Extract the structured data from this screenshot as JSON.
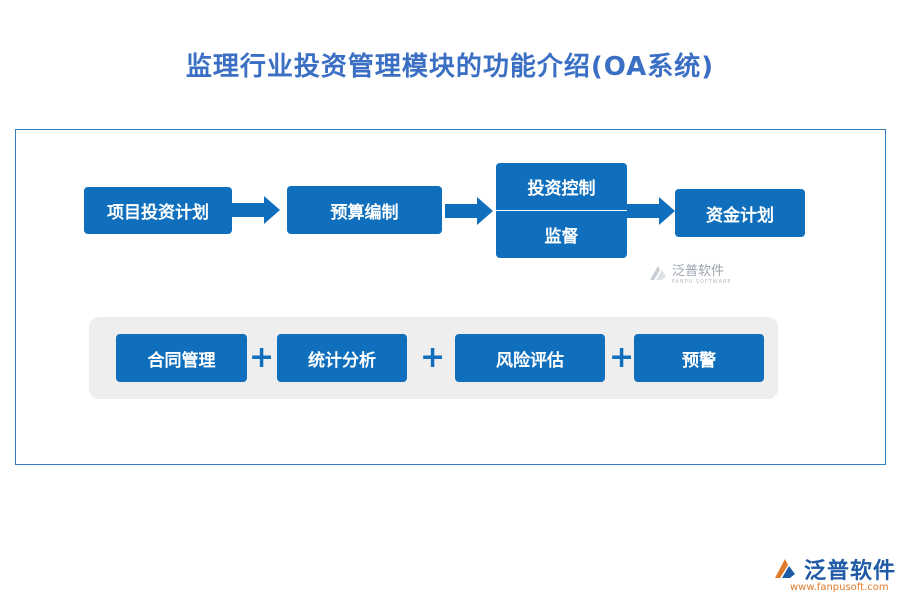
{
  "title": "监理行业投资管理模块的功能介绍(OA系统)",
  "flow": {
    "step1": "项目投资计划",
    "step2": "预算编制",
    "step3_top": "投资控制",
    "step3_bottom": "监督",
    "step4": "资金计划"
  },
  "modules": [
    "合同管理",
    "统计分析",
    "风险评估",
    "预警"
  ],
  "plus_symbol": "+",
  "watermark": {
    "name": "泛普软件",
    "sub": "FANPU SOFTWARE"
  },
  "brand": {
    "name": "泛普软件",
    "url": "www.fanpusoft.com"
  },
  "colors": {
    "box": "#0f6fbc",
    "title": "#3a6fc4",
    "frame": "#2f7fc1",
    "band": "#eeeeee"
  }
}
